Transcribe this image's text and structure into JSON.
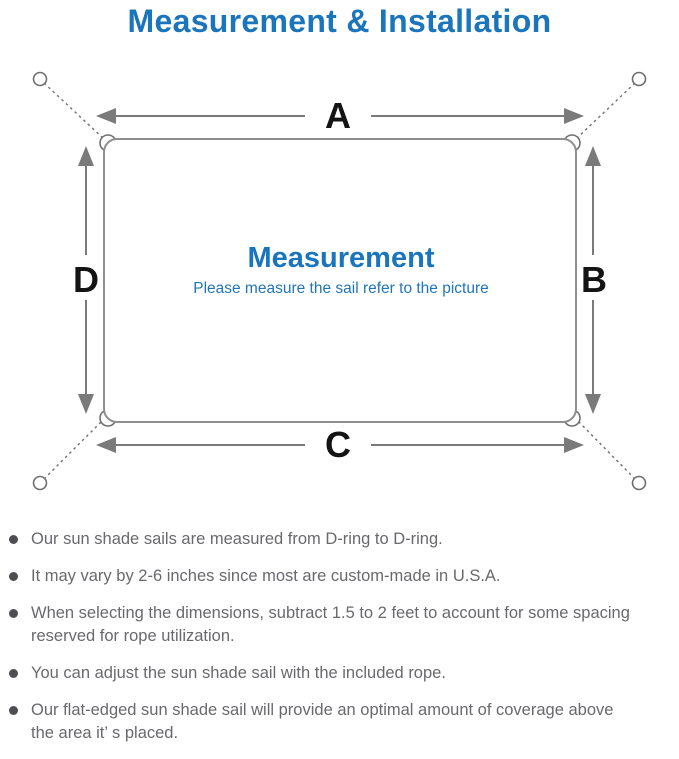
{
  "title": "Measurement & Installation",
  "diagram": {
    "labels": {
      "top": "A",
      "right": "B",
      "bottom": "C",
      "left": "D"
    },
    "center_title": "Measurement",
    "center_subtitle": "Please measure the sail refer to the picture"
  },
  "bullets": [
    {
      "lines": [
        "Our sun shade sails are measured from D-ring to D-ring."
      ]
    },
    {
      "lines": [
        "It may vary by 2-6 inches since most are custom-made in U.S.A."
      ]
    },
    {
      "lines": [
        "When selecting the dimensions, subtract 1.5 to 2 feet to account for some spacing",
        "reserved for rope utilization."
      ]
    },
    {
      "lines": [
        "You can adjust the sun shade sail with the included rope."
      ]
    },
    {
      "lines": [
        "Our flat-edged sun shade sail will provide an optimal amount of coverage above",
        "the area it’ s placed."
      ]
    }
  ],
  "colors": {
    "accent_blue": "#1a75bd",
    "label_black": "#141414",
    "line_gray": "#7a7a7a",
    "sail_border_gray": "#8e8e8e",
    "bullet_text_gray": "#69696d"
  }
}
